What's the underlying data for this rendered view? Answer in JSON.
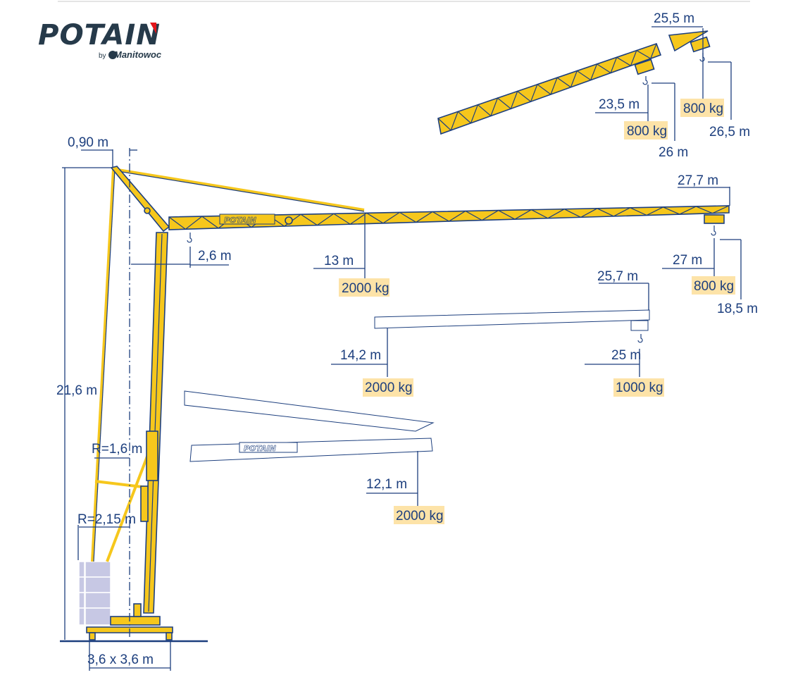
{
  "logo": {
    "brand": "POTAIN",
    "by": "by",
    "parent": "Manitowoc",
    "jib_brand": "POTAIN"
  },
  "colors": {
    "crane": "#f6c71c",
    "line": "#1d3f7e",
    "label_bg": "#fde3a8",
    "ballast": "#c7c8e4",
    "logo": "#263a4a",
    "logo_accent": "#e3161b"
  },
  "dimensions": {
    "masthead_offset": "0,90 m",
    "min_radius": "2,6 m",
    "height_under_hook": "21,6 m",
    "tail_radius_1": "R=1,6 m",
    "tail_radius_2": "R=2,15 m",
    "base": "3,6 x 3,6 m"
  },
  "configs": {
    "horizontal": {
      "jib_length": "27,7 m",
      "tip_radius": "27 m",
      "tip_load": "800 kg",
      "height": "18,5 m",
      "mid_radius": "13 m",
      "mid_load": "2000 kg"
    },
    "luffed_1": {
      "tip_radius": "23,5 m",
      "tip_load": "800 kg",
      "height": "26 m"
    },
    "luffed_2": {
      "tip_radius": "25,5 m",
      "tip_load": "800 kg",
      "height": "26,5 m"
    },
    "reduced": {
      "jib_length": "25,7 m",
      "tip_radius": "25 m",
      "tip_load": "1000 kg",
      "mid_radius": "14,2 m",
      "mid_load": "2000 kg"
    },
    "folded": {
      "radius": "12,1 m",
      "load": "2000 kg"
    }
  }
}
